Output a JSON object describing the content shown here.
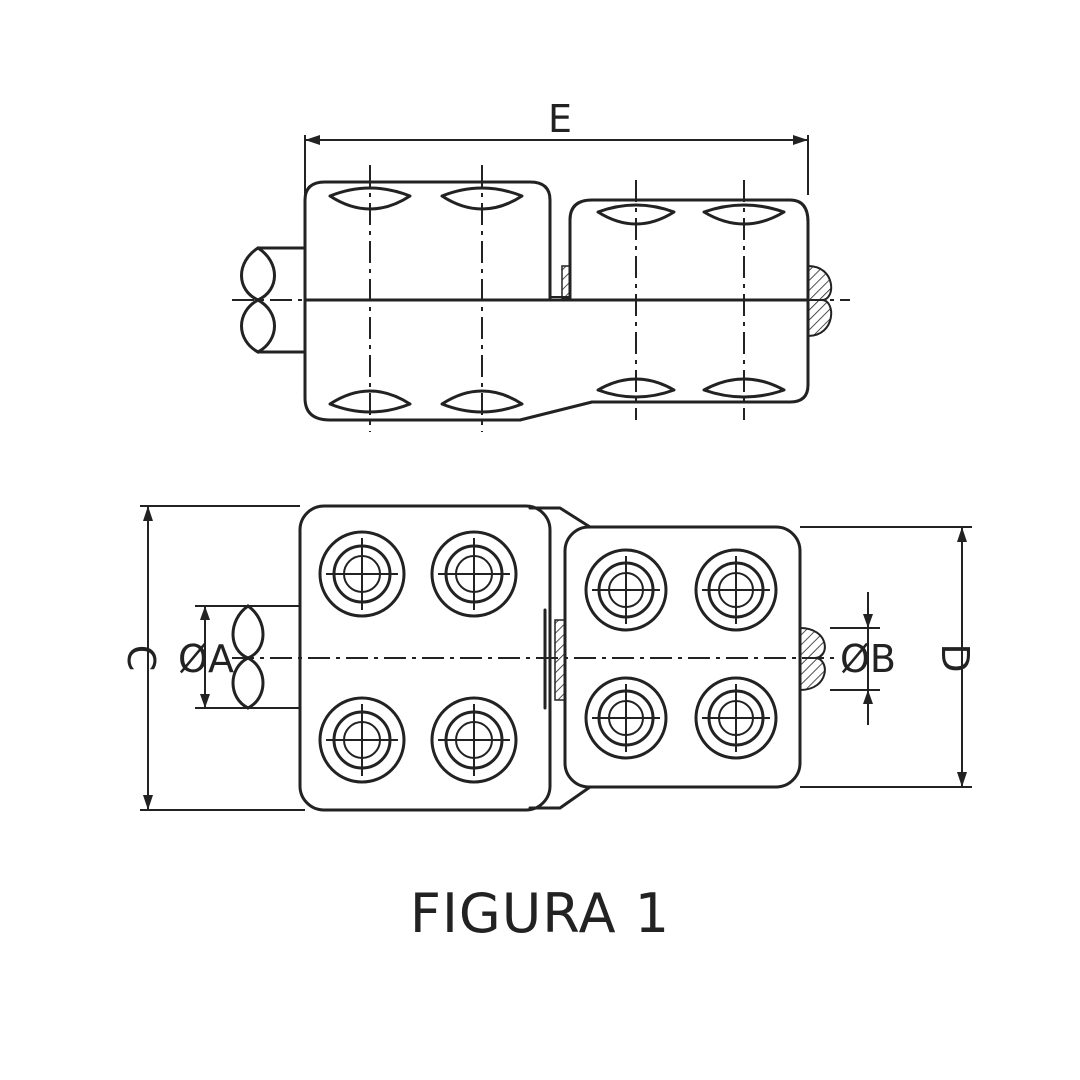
{
  "labels": {
    "dim_e": "E",
    "dim_c": "C",
    "dim_d": "D",
    "dim_a": "ØA",
    "dim_b": "ØB"
  },
  "caption": "FIGURA 1"
}
